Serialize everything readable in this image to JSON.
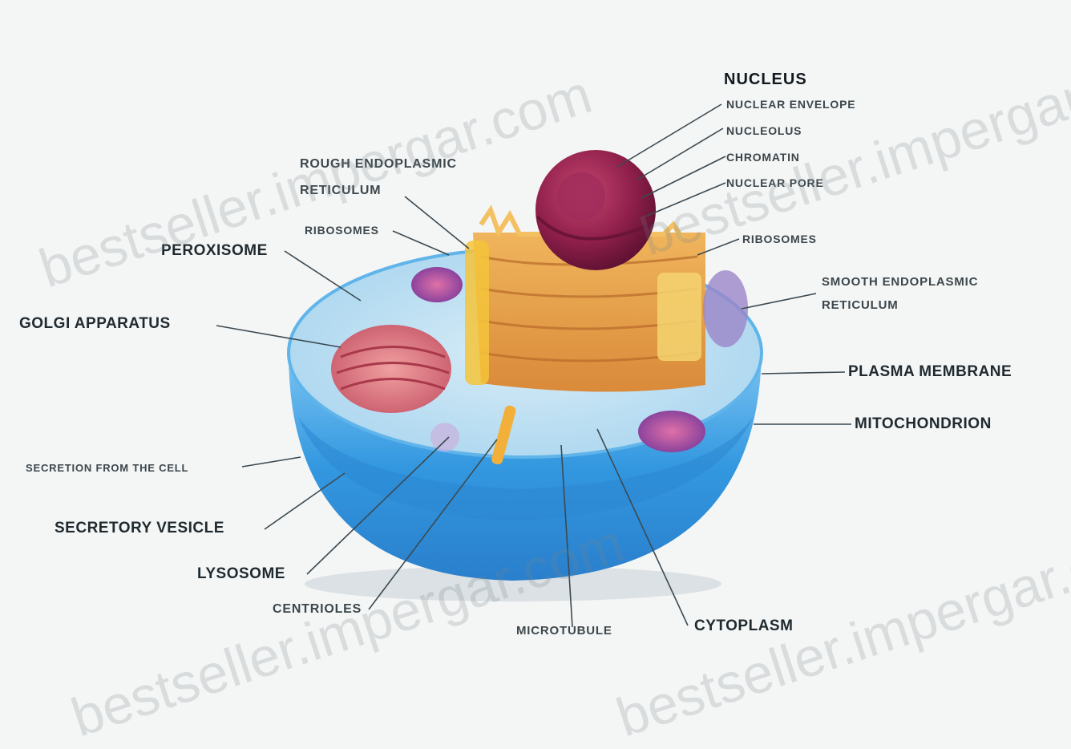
{
  "labels": {
    "nucleus": "NUCLEUS",
    "nuclear_envelope": "NUCLEAR ENVELOPE",
    "nucleolus": "NUCLEOLUS",
    "chromatin": "CHROMATIN",
    "nuclear_pore": "NUCLEAR PORE",
    "ribosomes_right": "RIBOSOMES",
    "smooth_er_1": "SMOOTH ENDOPLASMIC",
    "smooth_er_2": "RETICULUM",
    "plasma_membrane": "PLASMA MEMBRANE",
    "mitochondrion": "MITOCHONDRION",
    "cytoplasm": "CYTOPLASM",
    "microtubule": "MICROTUBULE",
    "centrioles": "CENTRIOLES",
    "lysosome": "LYSOSOME",
    "secretory_vesicle": "SECRETORY VESICLE",
    "secretion": "SECRETION FROM THE CELL",
    "golgi": "GOLGI APPARATUS",
    "peroxisome": "PEROXISOME",
    "ribosomes_left": "RIBOSOMES",
    "rough_er_1": "ROUGH ENDOPLASMIC",
    "rough_er_2": "RETICULUM"
  },
  "watermarks": [
    "bestseller.impergar.com",
    "bestseller.impergar.com",
    "bestseller.impergar.com",
    "bestseller.impergar.com"
  ],
  "colors": {
    "background": "#f4f5f5",
    "cell_blue": "#3d9fe0",
    "nucleus": "#8e1f4a",
    "er": "#e8a350",
    "golgi": "#d26a72",
    "leader_line": "#3b4a52"
  }
}
